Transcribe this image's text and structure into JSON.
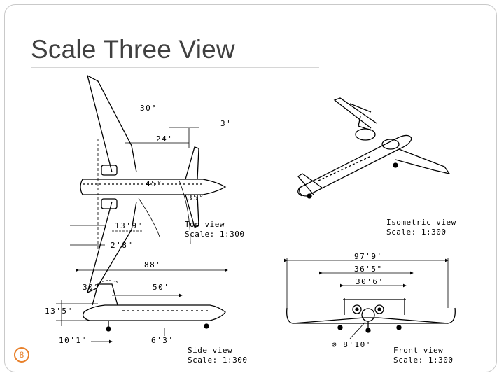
{
  "slide": {
    "title": "Scale Three View",
    "page_number": "8"
  },
  "top_view": {
    "label": "Top view",
    "scale": "Scale:  1:300",
    "dims": {
      "sweep_30": "30°",
      "d3": "3'",
      "d24": "24'",
      "sweep_45": "45°",
      "sweep_35": "35°",
      "d13_9": "13'9\"",
      "d2_8": "2'8\""
    }
  },
  "isometric_view": {
    "label": "Isometric view",
    "scale": "Scale:  1:300"
  },
  "side_view": {
    "label": "Side view",
    "scale": "Scale:  1:300",
    "dims": {
      "d88": "88'",
      "sweep_30": "30°",
      "d50": "50'",
      "d13_5": "13'5\"",
      "d10_1": "10'1\"",
      "d6_3": "6'3'"
    }
  },
  "front_view": {
    "label": "Front view",
    "scale": "Scale:  1:300",
    "dims": {
      "d97_9": "97'9'",
      "d36_5": "36'5\"",
      "d30_6": "30'6'",
      "dia_8_10": "∅ 8'10'"
    }
  }
}
